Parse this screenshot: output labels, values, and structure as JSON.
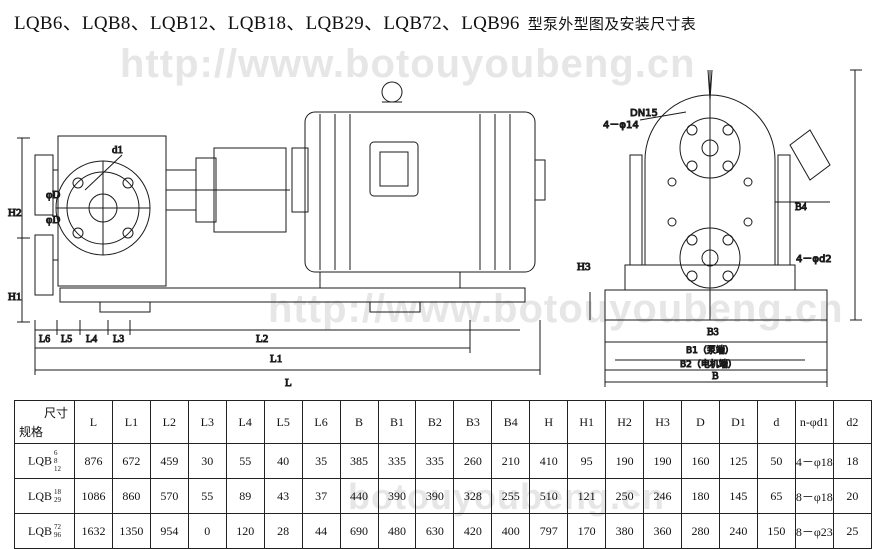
{
  "title": {
    "models": "LQB6、LQB8、LQB12、LQB18、LQB29、LQB72、LQB96",
    "suffix": "型泵外型图及安装尺寸表"
  },
  "watermark": "http://www.botouyoubeng.cn",
  "watermark2": "botouyoubeng.cn",
  "drawing_labels": {
    "d1": "d1",
    "phiD": "φD",
    "phiD_b": "φD",
    "H2": "H2",
    "H1": "H1",
    "L6": "L6",
    "L5": "L5",
    "L4": "L4",
    "L3": "L3",
    "L2": "L2",
    "L1": "L1",
    "L": "L",
    "DN15": "DN15",
    "holes": "4－φ14",
    "B4": "B4",
    "H3": "H3",
    "d2": "4－φd2",
    "B3": "B3",
    "B1": "B1（泵端）",
    "B2": "B2（电机端）",
    "B": "B"
  },
  "table": {
    "header_top": "尺寸",
    "header_bottom": "规格",
    "columns": [
      "L",
      "L1",
      "L2",
      "L3",
      "L4",
      "L5",
      "L6",
      "B",
      "B1",
      "B2",
      "B3",
      "B4",
      "H",
      "H1",
      "H2",
      "H3",
      "D",
      "D1",
      "d",
      "n-φd1",
      "d2"
    ],
    "rows": [
      {
        "model": "LQB",
        "sizes": [
          "6",
          "8",
          "12"
        ],
        "values": [
          "876",
          "672",
          "459",
          "30",
          "55",
          "40",
          "35",
          "385",
          "335",
          "335",
          "260",
          "210",
          "410",
          "95",
          "190",
          "190",
          "160",
          "125",
          "50",
          "4－φ18",
          "18"
        ]
      },
      {
        "model": "LQB",
        "sizes": [
          "18",
          "29"
        ],
        "values": [
          "1086",
          "860",
          "570",
          "55",
          "89",
          "43",
          "37",
          "440",
          "390",
          "390",
          "328",
          "255",
          "510",
          "121",
          "250",
          "246",
          "180",
          "145",
          "65",
          "8－φ18",
          "20"
        ]
      },
      {
        "model": "LQB",
        "sizes": [
          "72",
          "96"
        ],
        "values": [
          "1632",
          "1350",
          "954",
          "0",
          "120",
          "28",
          "44",
          "690",
          "480",
          "630",
          "420",
          "400",
          "797",
          "170",
          "380",
          "360",
          "280",
          "240",
          "150",
          "8－φ23",
          "25"
        ]
      }
    ]
  }
}
